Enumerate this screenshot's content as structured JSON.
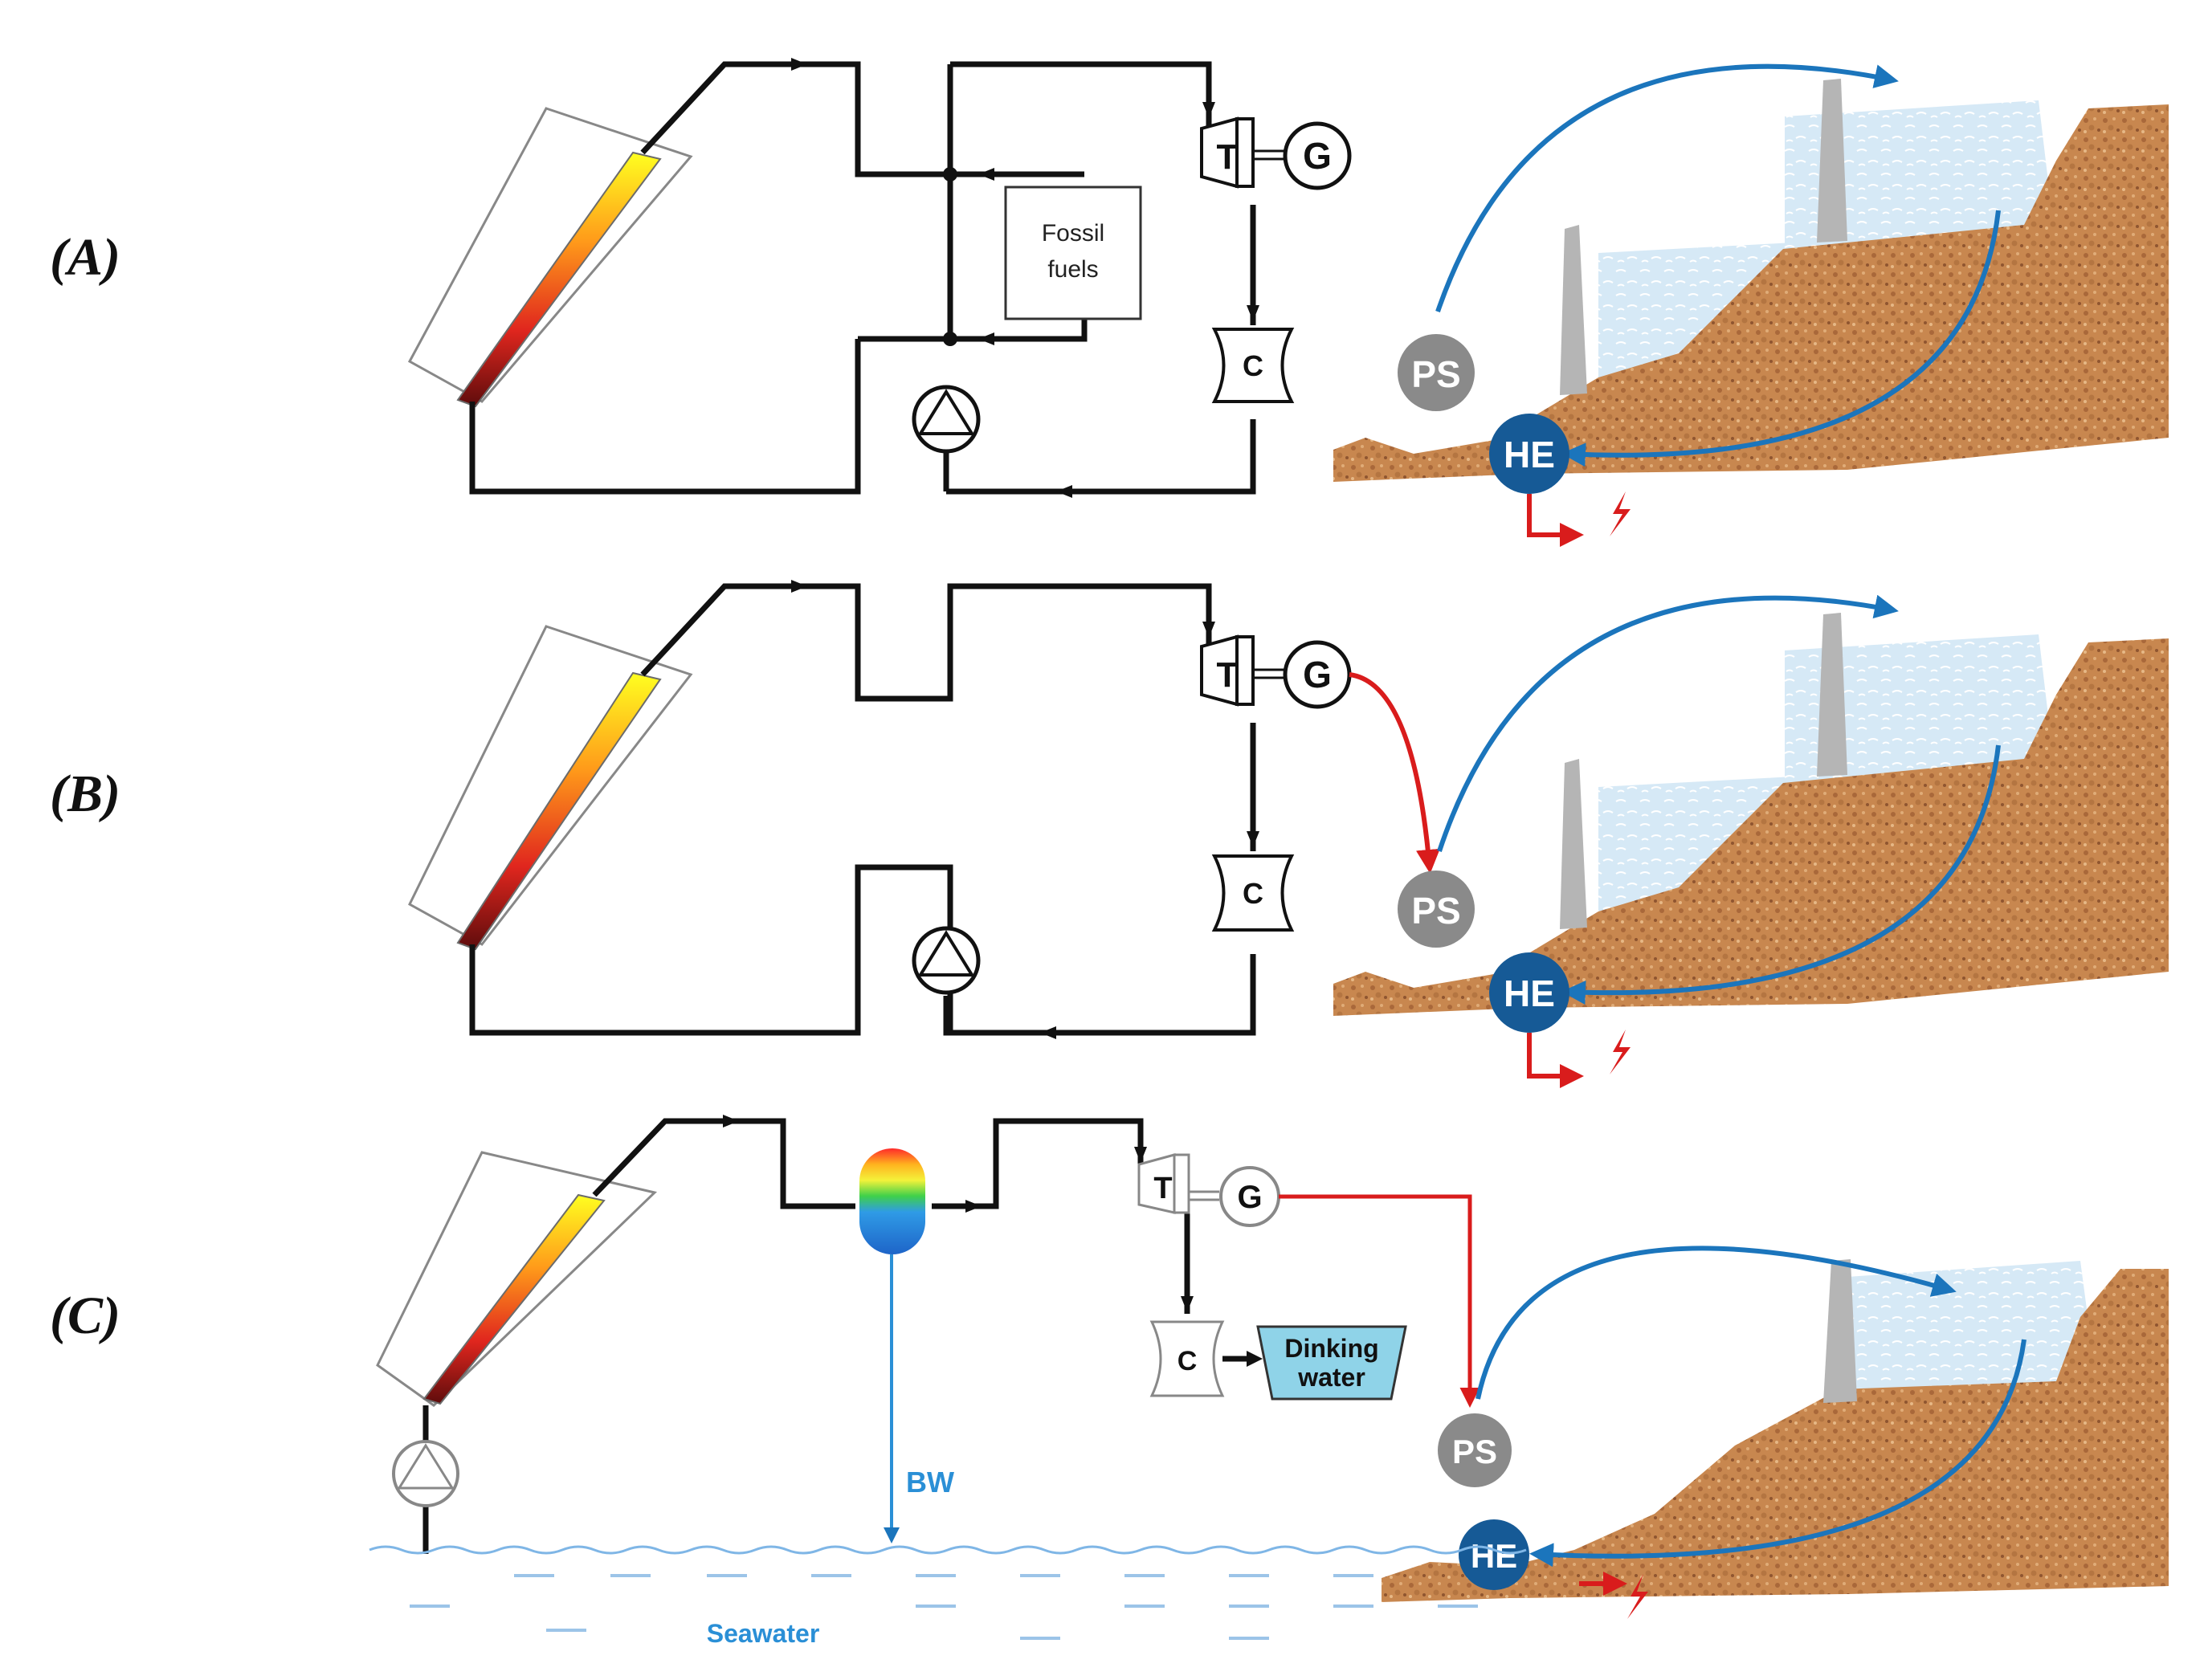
{
  "panels": [
    {
      "label": "(A)"
    },
    {
      "label": "(B)"
    },
    {
      "label": "(C)"
    }
  ],
  "symbols": {
    "turbine": "T",
    "generator": "G",
    "condenser": "C",
    "pump_station": "PS",
    "hydro_electric": "HE"
  },
  "fossil_box": {
    "line1": "Fossil",
    "line2": "fuels"
  },
  "drinking_box": {
    "line1": "Dinking",
    "line2": "water"
  },
  "brine_label": "BW",
  "seawater_label": "Seawater",
  "colors": {
    "pipe": "#111111",
    "water_flow": "#1b75bc",
    "power_flow": "#d91c1c",
    "circle_gray": "#8a8a8a",
    "circle_blue": "#165a96",
    "soil": "#c8874f",
    "reservoir": "#d6e9f6",
    "tower": "#b5b5b5",
    "seawater": "#7fb6e6"
  },
  "icons": [
    "solar-collector-icon",
    "pump-icon",
    "turbine-icon",
    "generator-icon",
    "condenser-icon",
    "lightning-icon",
    "separator-tank-icon"
  ]
}
